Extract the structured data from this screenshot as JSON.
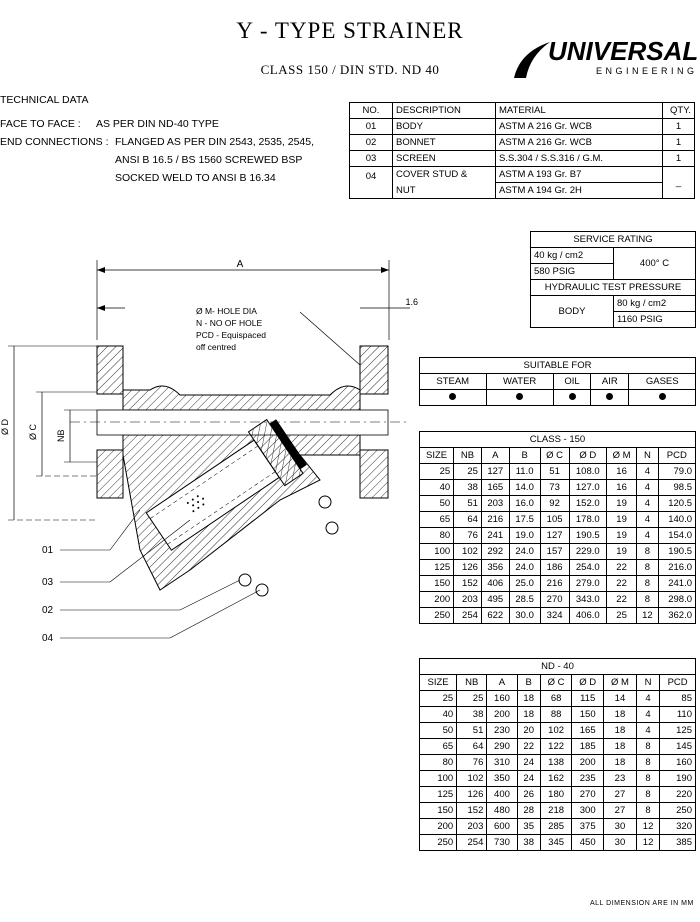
{
  "header": {
    "title": "Y - TYPE STRAINER",
    "subtitle": "CLASS   150 / DIN STD. ND 40",
    "logo_main": "UNIVERSAL",
    "logo_sub": "ENGINEERING"
  },
  "technical": {
    "heading": "TECHNICAL DATA",
    "face_label": "FACE TO FACE :",
    "face_value": "AS PER DIN ND-40 TYPE",
    "end_label": "END CONNECTIONS :",
    "end_line1": "FLANGED AS PER DIN 2543, 2535, 2545,",
    "end_line2": "ANSI B 16.5 / BS 1560 SCREWED BSP",
    "end_line3": "SOCKED WELD TO ANSI B 16.34"
  },
  "parts": {
    "headers": [
      "NO.",
      "DESCRIPTION",
      "MATERIAL",
      "QTY."
    ],
    "rows": [
      {
        "no": "01",
        "desc": "BODY",
        "mat": "ASTM A 216 Gr. WCB",
        "qty": "1"
      },
      {
        "no": "02",
        "desc": "BONNET",
        "mat": "ASTM A 216 Gr. WCB",
        "qty": "1"
      },
      {
        "no": "03",
        "desc": "SCREEN",
        "mat": "S.S.304 / S.S.316 / G.M.",
        "qty": "1"
      }
    ],
    "row4": {
      "no": "04",
      "desc1": "COVER STUD &",
      "desc2": "NUT",
      "mat1": "ASTM A 193 Gr. B7",
      "mat2": "ASTM A 194 Gr. 2H",
      "qty": "_"
    }
  },
  "service": {
    "heading": "SERVICE RATING",
    "p1": "40 kg / cm2",
    "p2": "580 PSIG",
    "temp": "400° C",
    "hydro_heading": "HYDRAULIC TEST PRESSURE",
    "body": "BODY",
    "h1": "80 kg / cm2",
    "h2": "1160 PSIG"
  },
  "suitable": {
    "heading": "SUITABLE FOR",
    "items": [
      "STEAM",
      "WATER",
      "OIL",
      "AIR",
      "GASES"
    ]
  },
  "class150": {
    "heading": "CLASS - 150",
    "headers": [
      "SIZE",
      "NB",
      "A",
      "B",
      "Ø C",
      "Ø D",
      "Ø M",
      "N",
      "PCD"
    ],
    "rows": [
      [
        "25",
        "25",
        "127",
        "11.0",
        "51",
        "108.0",
        "16",
        "4",
        "79.0"
      ],
      [
        "40",
        "38",
        "165",
        "14.0",
        "73",
        "127.0",
        "16",
        "4",
        "98.5"
      ],
      [
        "50",
        "51",
        "203",
        "16.0",
        "92",
        "152.0",
        "19",
        "4",
        "120.5"
      ],
      [
        "65",
        "64",
        "216",
        "17.5",
        "105",
        "178.0",
        "19",
        "4",
        "140.0"
      ],
      [
        "80",
        "76",
        "241",
        "19.0",
        "127",
        "190.5",
        "19",
        "4",
        "154.0"
      ],
      [
        "100",
        "102",
        "292",
        "24.0",
        "157",
        "229.0",
        "19",
        "8",
        "190.5"
      ],
      [
        "125",
        "126",
        "356",
        "24.0",
        "186",
        "254.0",
        "22",
        "8",
        "216.0"
      ],
      [
        "150",
        "152",
        "406",
        "25.0",
        "216",
        "279.0",
        "22",
        "8",
        "241.0"
      ],
      [
        "200",
        "203",
        "495",
        "28.5",
        "270",
        "343.0",
        "22",
        "8",
        "298.0"
      ],
      [
        "250",
        "254",
        "622",
        "30.0",
        "324",
        "406.0",
        "25",
        "12",
        "362.0"
      ]
    ]
  },
  "nd40": {
    "heading": "ND - 40",
    "headers": [
      "SIZE",
      "NB",
      "A",
      "B",
      "Ø C",
      "Ø D",
      "Ø M",
      "N",
      "PCD"
    ],
    "rows": [
      [
        "25",
        "25",
        "160",
        "18",
        "68",
        "115",
        "14",
        "4",
        "85"
      ],
      [
        "40",
        "38",
        "200",
        "18",
        "88",
        "150",
        "18",
        "4",
        "110"
      ],
      [
        "50",
        "51",
        "230",
        "20",
        "102",
        "165",
        "18",
        "4",
        "125"
      ],
      [
        "65",
        "64",
        "290",
        "22",
        "122",
        "185",
        "18",
        "8",
        "145"
      ],
      [
        "80",
        "76",
        "310",
        "24",
        "138",
        "200",
        "18",
        "8",
        "160"
      ],
      [
        "100",
        "102",
        "350",
        "24",
        "162",
        "235",
        "23",
        "8",
        "190"
      ],
      [
        "125",
        "126",
        "400",
        "26",
        "180",
        "270",
        "27",
        "8",
        "220"
      ],
      [
        "150",
        "152",
        "480",
        "28",
        "218",
        "300",
        "27",
        "8",
        "250"
      ],
      [
        "200",
        "203",
        "600",
        "35",
        "285",
        "375",
        "30",
        "12",
        "320"
      ],
      [
        "250",
        "254",
        "730",
        "38",
        "345",
        "450",
        "30",
        "12",
        "385"
      ]
    ]
  },
  "drawing": {
    "dim_a": "A",
    "dim_16": "1.6",
    "note1": "Ø M- HOLE DIA",
    "note2": "N - NO OF HOLE",
    "note3": "PCD - Equispaced",
    "note4": "off centred",
    "dim_d": "Ø D",
    "dim_c": "Ø C",
    "dim_nb": "NB",
    "callouts": [
      "01",
      "03",
      "02",
      "04"
    ]
  },
  "footer": {
    "note": "ALL DIMENSION ARE IN MM"
  }
}
